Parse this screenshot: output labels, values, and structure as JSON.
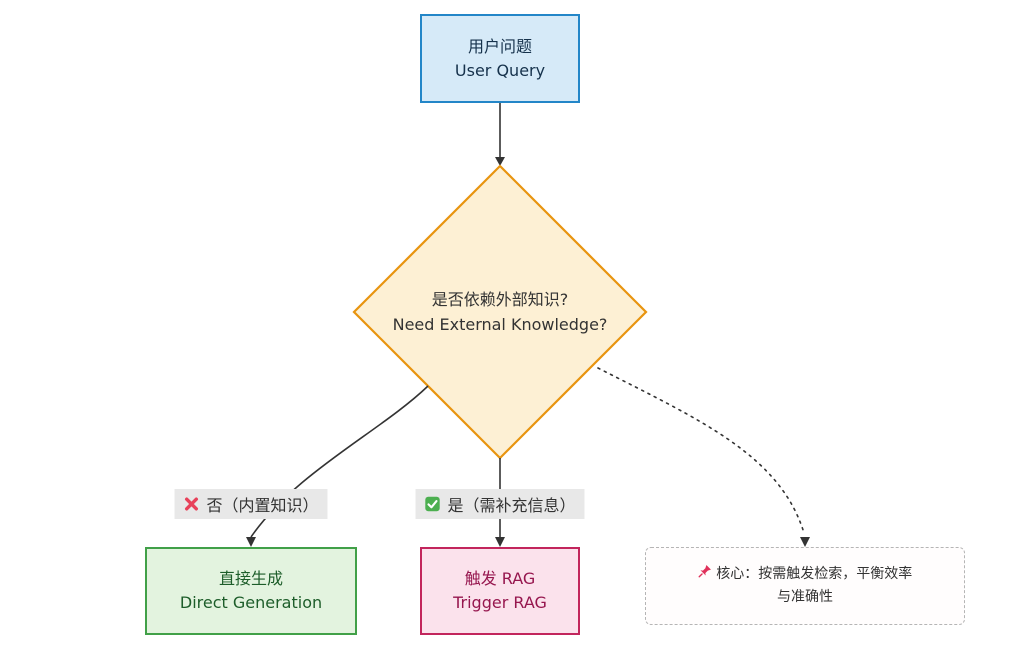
{
  "diagram": {
    "title": "RAG trigger decision flowchart",
    "background": "#ffffff",
    "nodes": {
      "user_query": {
        "zh": "用户问题",
        "en": "User Query",
        "fill": "#d6eaf8",
        "stroke": "#2386c8"
      },
      "decision": {
        "zh": "是否依赖外部知识?",
        "en": "Need External Knowledge?",
        "fill": "#fdf0d4",
        "stroke": "#e8940f"
      },
      "direct_generation": {
        "zh": "直接生成",
        "en": "Direct Generation",
        "fill": "#e3f3df",
        "stroke": "#41a048"
      },
      "trigger_rag": {
        "zh": "触发 RAG",
        "en": "Trigger RAG",
        "fill": "#fbe2ec",
        "stroke": "#c2255c"
      },
      "note": {
        "line1": "核心：按需触发检索，平衡效率",
        "line2": "与准确性",
        "icon": "pushpin-icon",
        "stroke": "#b5b5b5"
      }
    },
    "edge_labels": {
      "no_branch": {
        "icon": "red-cross-icon",
        "text": "否（内置知识）",
        "bg": "#e8e8e8"
      },
      "yes_branch": {
        "icon": "green-check-icon",
        "text": "是（需补充信息）",
        "bg": "#e8e8e8"
      }
    },
    "edge_color": "#333333"
  }
}
